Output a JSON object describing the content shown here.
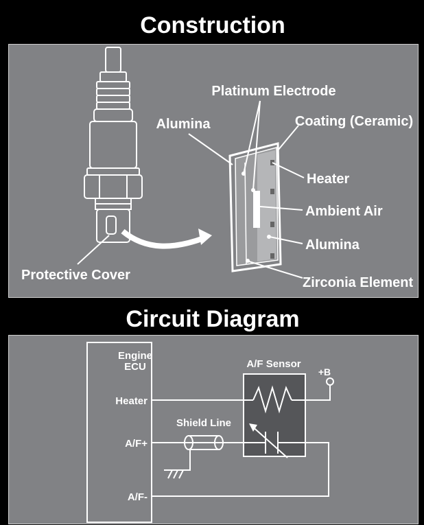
{
  "construction": {
    "title": "Construction",
    "labels": {
      "platinum_electrode": "Platinum Electrode",
      "alumina_top": "Alumina",
      "coating": "Coating (Ceramic)",
      "heater": "Heater",
      "ambient_air": "Ambient Air",
      "alumina_right": "Alumina",
      "zirconia": "Zirconia Element",
      "protective_cover": "Protective Cover"
    }
  },
  "circuit": {
    "title": "Circuit Diagram",
    "ecu_line1": "Engine",
    "ecu_line2": "ECU",
    "pin_heater": "Heater",
    "pin_af_plus": "A/F+",
    "pin_af_minus": "A/F-",
    "sensor_label": "A/F Sensor",
    "shield_line": "Shield Line",
    "supply": "+B"
  },
  "colors": {
    "background": "#000000",
    "panel": "#818285",
    "line": "#ffffff",
    "sensor_body": "#555659"
  }
}
